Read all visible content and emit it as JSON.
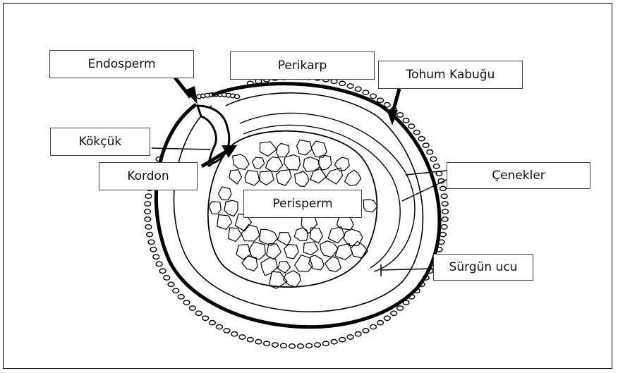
{
  "labels": {
    "endosperm": "Endosperm",
    "perikarp": "Perikarp",
    "tohum_kabugu": "Tohum Kabuğu",
    "kokcuk": "Kökçük",
    "kordon": "Kordon",
    "perisperm": "Perisperm",
    "cenekler": "Çenekler",
    "surgun_ucu": "Sürgün ucu"
  },
  "colors": {
    "ink": "#000000",
    "label_border": "#444444",
    "background": "#ffffff"
  }
}
